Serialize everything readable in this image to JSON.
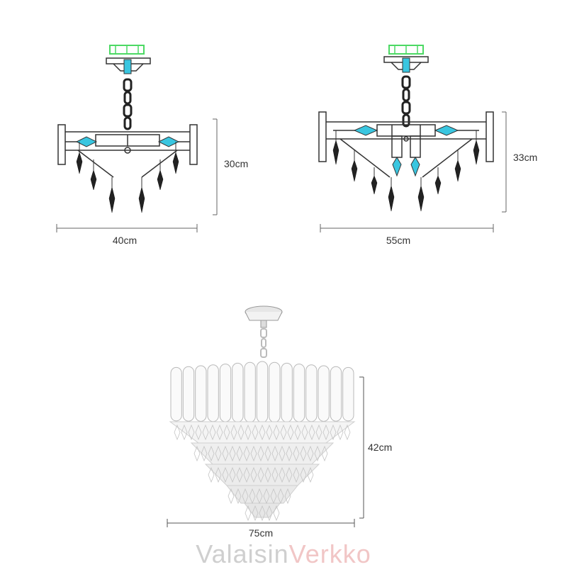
{
  "diagrams": [
    {
      "id": "small",
      "width_label": "40cm",
      "height_label": "30cm"
    },
    {
      "id": "medium",
      "width_label": "55cm",
      "height_label": "33cm"
    },
    {
      "id": "large",
      "width_label": "75cm",
      "height_label": "42cm"
    }
  ],
  "brand": {
    "part1": "Valaisin",
    "part2": "Verkko"
  },
  "colors": {
    "line": "#333333",
    "canopy_accent": "#4cd964",
    "bulb_accent": "#39c6e0",
    "crystal_dark": "#222222",
    "brand_gray": "#cfcfcf",
    "brand_pink": "#f1c6c6"
  }
}
